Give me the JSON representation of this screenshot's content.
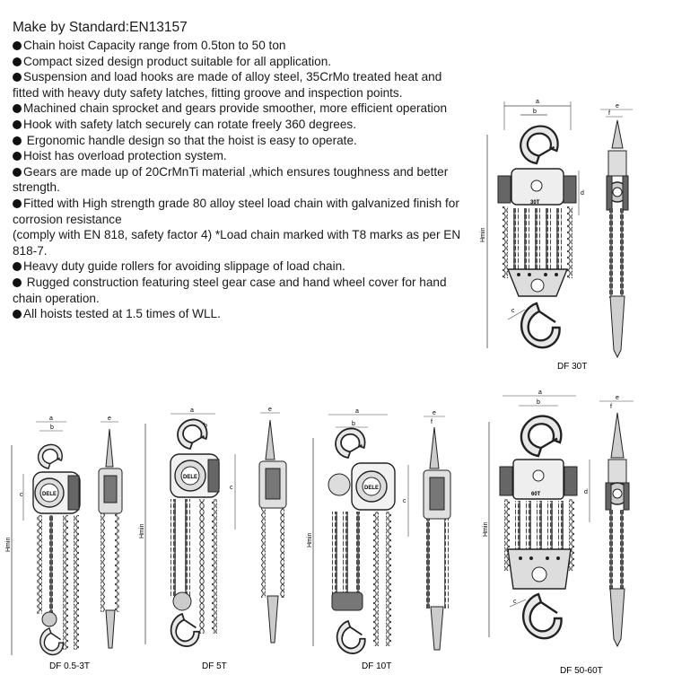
{
  "spec": {
    "title": "Make by Standard:EN13157",
    "bullets": [
      {
        "bullet": true,
        "text": "Chain hoist Capacity range from 0.5ton to 50 ton"
      },
      {
        "bullet": true,
        "text": "Compact sized design product suitable for all application."
      },
      {
        "bullet": true,
        "text": "Suspension and load hooks are made of alloy steel, 35CrMo treated heat and fitted with heavy duty safety latches, fitting groove and inspection points."
      },
      {
        "bullet": true,
        "text": "Machined chain sprocket and gears provide smoother, more efficient operation"
      },
      {
        "bullet": true,
        "text": "Hook with safety latch securely can rotate freely 360 degrees."
      },
      {
        "bullet": true,
        "text": " Ergonomic handle design so that the hoist is easy to operate."
      },
      {
        "bullet": true,
        "text": "Hoist has overload protection system."
      },
      {
        "bullet": true,
        "text": "Gears are made up of 20CrMnTi material ,which ensures toughness and better strength."
      },
      {
        "bullet": true,
        "text": "Fitted with High strength grade 80 alloy steel load chain with galvanized finish for corrosion resistance"
      },
      {
        "bullet": false,
        "text": "(comply with EN 818, safety factor 4) *Load chain marked with T8 marks as per EN 818-7."
      },
      {
        "bullet": true,
        "text": "Heavy duty guide rollers for avoiding slippage of load chain."
      },
      {
        "bullet": true,
        "text": " Rugged construction featuring steel gear case and hand wheel cover for hand chain operation."
      },
      {
        "bullet": true,
        "text": "All hoists tested at 1.5 times of WLL."
      }
    ]
  },
  "diagrams": {
    "df30": {
      "caption": "DF 30T",
      "plate": "30T"
    },
    "df05": {
      "caption": "DF 0.5-3T",
      "brand": "DELE"
    },
    "df5": {
      "caption": "DF 5T",
      "brand": "DELE"
    },
    "df10": {
      "caption": "DF 10T",
      "brand": "DELE"
    },
    "df50": {
      "caption": "DF 50-60T",
      "plate": "60T"
    },
    "dims": {
      "a": "a",
      "b": "b",
      "c": "c",
      "d": "d",
      "e": "e",
      "f": "f",
      "h": "Hmin"
    }
  }
}
